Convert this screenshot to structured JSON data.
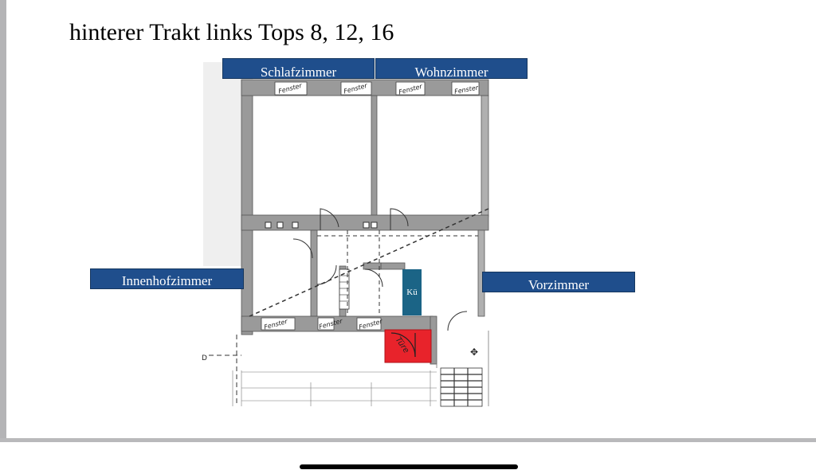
{
  "slide": {
    "title": "hinterer Trakt links Tops 8, 12, 16"
  },
  "labels": {
    "schlafzimmer": "Schlafzimmer",
    "wohnzimmer": "Wohnzimmer",
    "innenhofzimmer": "Innenhofzimmer",
    "vorzimmer": "Vorzimmer",
    "kueche": "Kü"
  },
  "plan": {
    "window_note": "Fenster",
    "door_note": "Türe",
    "colors": {
      "label_bg": "#1f4e8c",
      "kueche_bg": "#1b6486",
      "highlight": "#e8232b",
      "wall": "#9a9a9a"
    }
  }
}
